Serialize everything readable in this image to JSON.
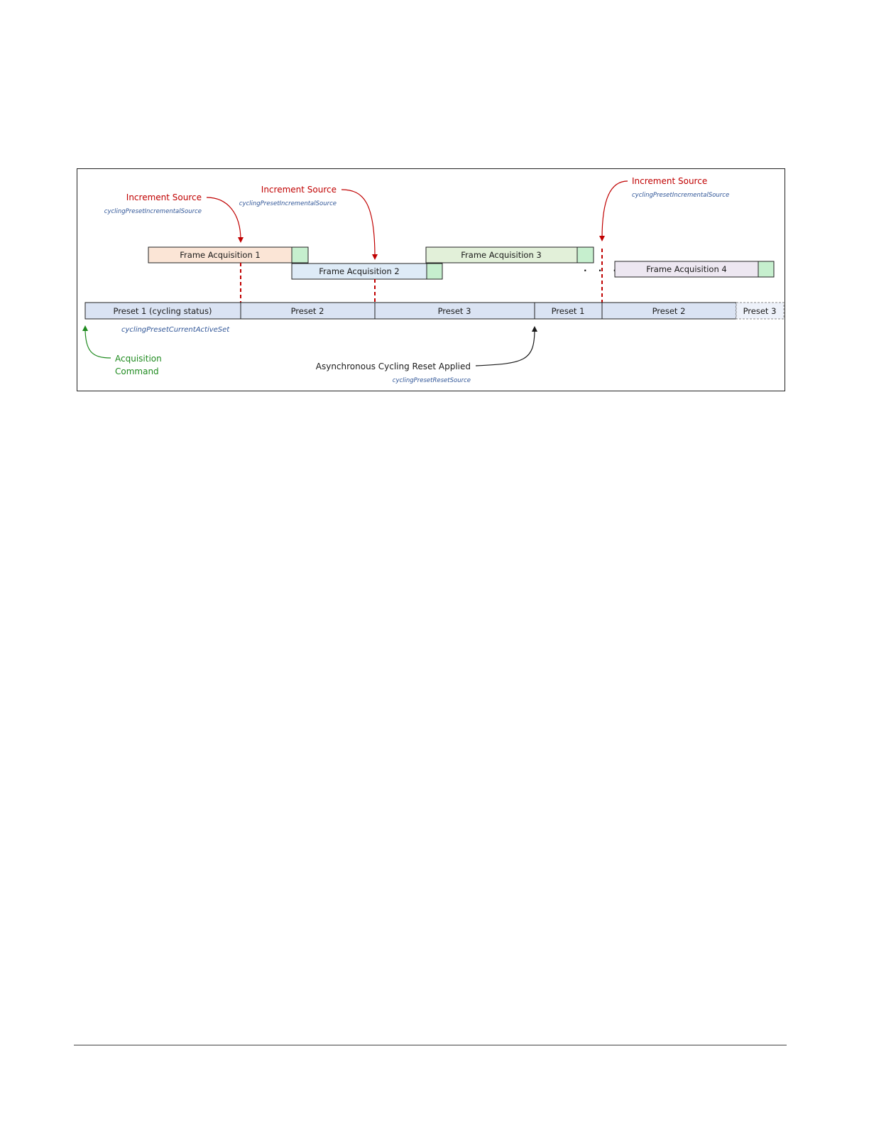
{
  "frames": [
    {
      "label": "Frame Acquisition 1",
      "fill": "#fbe5d6"
    },
    {
      "label": "Frame Acquisition 2",
      "fill": "#deebf7"
    },
    {
      "label": "Frame Acquisition 3",
      "fill": "#e2f0d9"
    },
    {
      "label": "Frame Acquisition 4",
      "fill": "#ede7f1"
    }
  ],
  "readout_fill": "#c6efce",
  "presets": [
    {
      "label": "Preset 1 (cycling status)"
    },
    {
      "label": "Preset 2"
    },
    {
      "label": "Preset 3"
    },
    {
      "label": "Preset 1"
    },
    {
      "label": "Preset 2"
    },
    {
      "label": "Preset 3"
    }
  ],
  "preset_fill": "#dae3f3",
  "increment_sources": [
    {
      "label": "Increment Source",
      "param": "cyclingPresetIncrementalSource"
    },
    {
      "label": "Increment Source",
      "param": "cyclingPresetIncrementalSource"
    },
    {
      "label": "Increment Source",
      "param": "cyclingPresetIncrementalSource"
    }
  ],
  "active_set_param": "cyclingPresetCurrentActiveSet",
  "acquisition_command": {
    "line1": "Acquisition",
    "line2": "Command"
  },
  "reset": {
    "label": "Asynchronous Cycling Reset Applied",
    "param": "cyclingPresetResetSource"
  },
  "ellipsis": ". . .",
  "colors": {
    "increment": "#c00000",
    "acquisition": "#1e8a1e",
    "reset": "#1a1a1a",
    "param": "#2f5597"
  }
}
